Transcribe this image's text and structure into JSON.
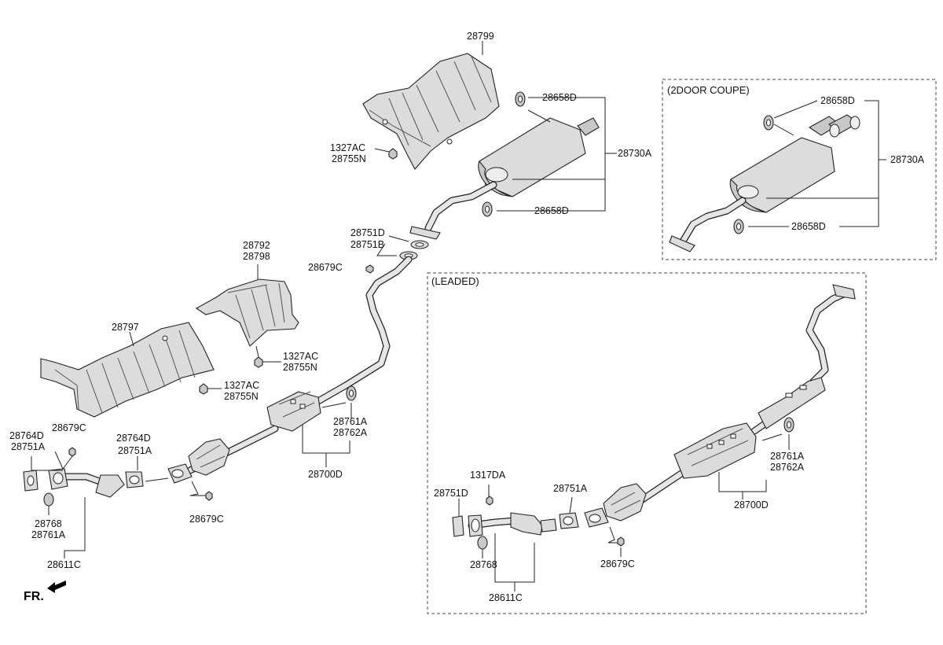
{
  "labels": {
    "heat_shield_rear": "28799",
    "bolt_a": "1327AC",
    "nut_a": "28755N",
    "hanger_top": "28658D",
    "muffler_assy": "28730A",
    "hanger_bottom": "28658D",
    "gasket_d": "28751D",
    "gasket_b": "28751B",
    "nut_c_top": "28679C",
    "shield_center_a": "28792",
    "shield_center_b": "28798",
    "bolt_b": "1327AC",
    "nut_b": "28755N",
    "shield_front": "28797",
    "bolt_c": "1327AC",
    "nut_c": "28755N",
    "hanger_rubber_a": "28761A",
    "clamp_a": "28762A",
    "center_muffler": "28700D",
    "gasket_left_d": "28764D",
    "gasket_left_a": "28751A",
    "nut_left": "28679C",
    "gasket_mid_d": "28764D",
    "gasket_mid_a": "28751A",
    "stud": "28768",
    "ring_left": "28761A",
    "front_pipe": "28611C",
    "nut_bottom": "28679C",
    "fr": "FR."
  },
  "coupe_box": {
    "title": "(2DOOR COUPE)",
    "hanger_top": "28658D",
    "muffler_assy": "28730A",
    "hanger_bottom": "28658D"
  },
  "leaded_box": {
    "title": "(LEADED)",
    "hanger_rubber": "28761A",
    "clamp": "28762A",
    "center_muffler": "28700D",
    "gasket_a": "28751A",
    "bolt": "1317DA",
    "gasket_d": "28751D",
    "stud": "28768",
    "nut": "28679C",
    "front_pipe": "28611C"
  }
}
